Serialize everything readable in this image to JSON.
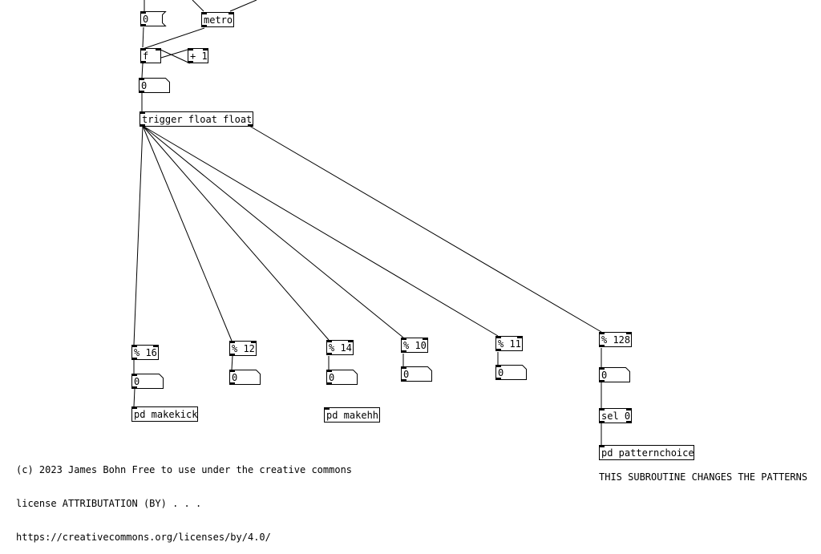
{
  "objects": {
    "metro": "metro",
    "f": "f",
    "plus1": "+ 1",
    "trigger": "trigger float float",
    "mod16": "% 16",
    "mod12": "% 12",
    "mod14": "% 14",
    "mod10": "% 10",
    "mod11": "% 11",
    "mod128": "% 128",
    "sel0": "sel 0",
    "makekick": "pd makekick",
    "makehh": "pd makehh",
    "patternchoice": "pd patternchoice"
  },
  "numbers": {
    "top_msg": "0",
    "after_f": "0",
    "n16": "0",
    "n12": "0",
    "n14": "0",
    "n10": "0",
    "n11": "0",
    "n128": "0"
  },
  "comments": {
    "copyright_line1": "(c) 2023 James Bohn Free to use under the creative commons",
    "copyright_line2": "license ATTRIBUTATION (BY) . . .",
    "copyright_line3": "https://creativecommons.org/licenses/by/4.0/",
    "subroutine_note": "THIS SUBROUTINE CHANGES THE PATTERNS"
  },
  "colors": {
    "ink": "#000000",
    "background": "#ffffff"
  }
}
